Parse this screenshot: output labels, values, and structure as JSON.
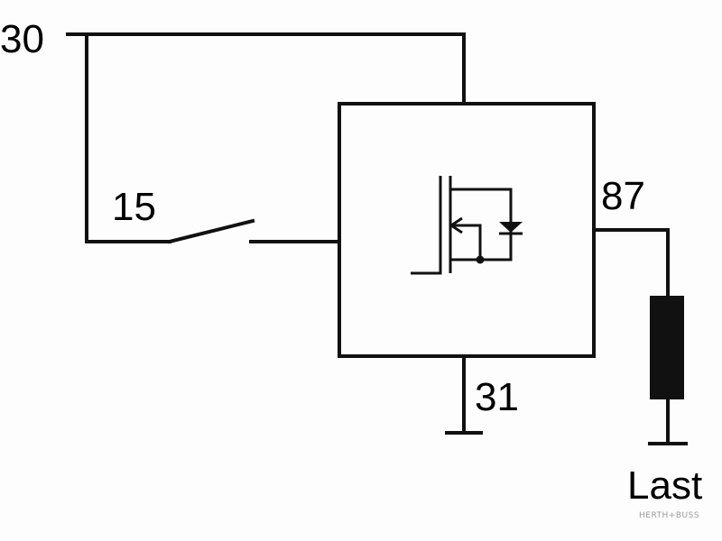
{
  "labels": {
    "terminal_30": "30",
    "terminal_15": "15",
    "terminal_87": "87",
    "terminal_31": "31",
    "load": "Last"
  },
  "watermark": "HERTH+BUSS",
  "colors": {
    "line": "#111111",
    "background": "#fdfdfd",
    "watermark": "#9a9a9a"
  }
}
